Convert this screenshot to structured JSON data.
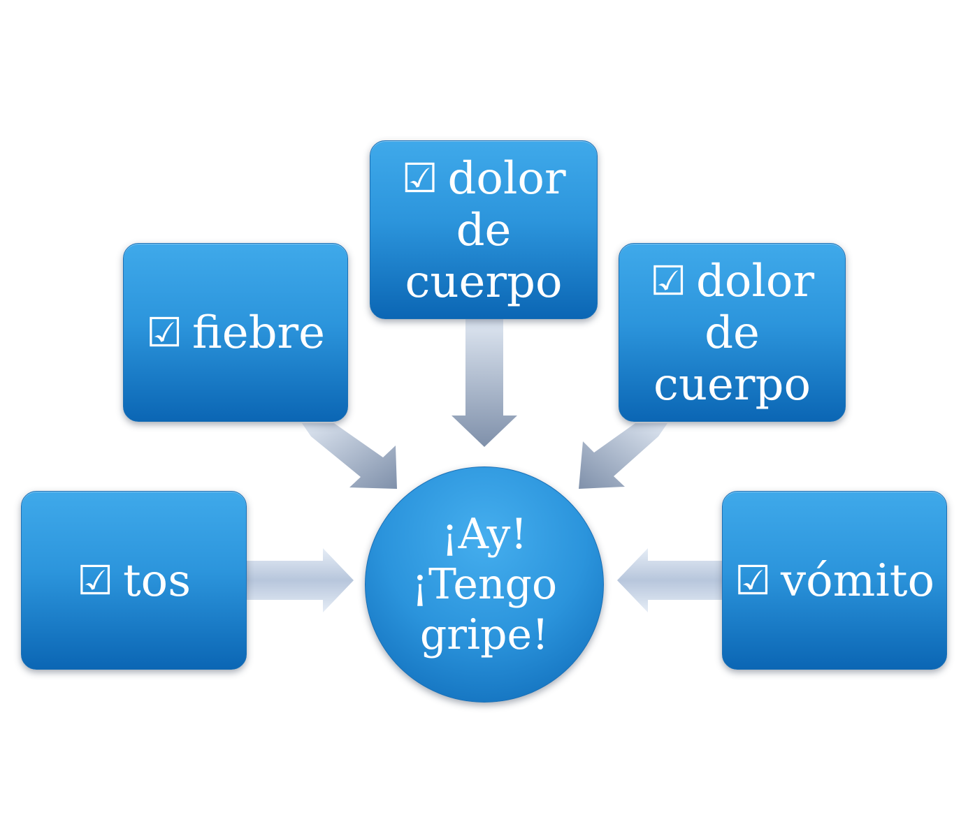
{
  "center": {
    "text": "¡Ay!\n¡Tengo\ngripe!"
  },
  "check_glyph": "☑",
  "symptoms": {
    "fiebre": "fiebre",
    "dolor_top": "dolor\nde cuerpo",
    "dolor_right": "dolor\nde cuerpo",
    "tos": "tos",
    "vomito": "vómito"
  },
  "colors": {
    "box_top": "#3fa9ea",
    "box_bottom": "#0b66b4",
    "arrow_light": "#c9d6e8",
    "arrow_dark": "#8898b0"
  }
}
